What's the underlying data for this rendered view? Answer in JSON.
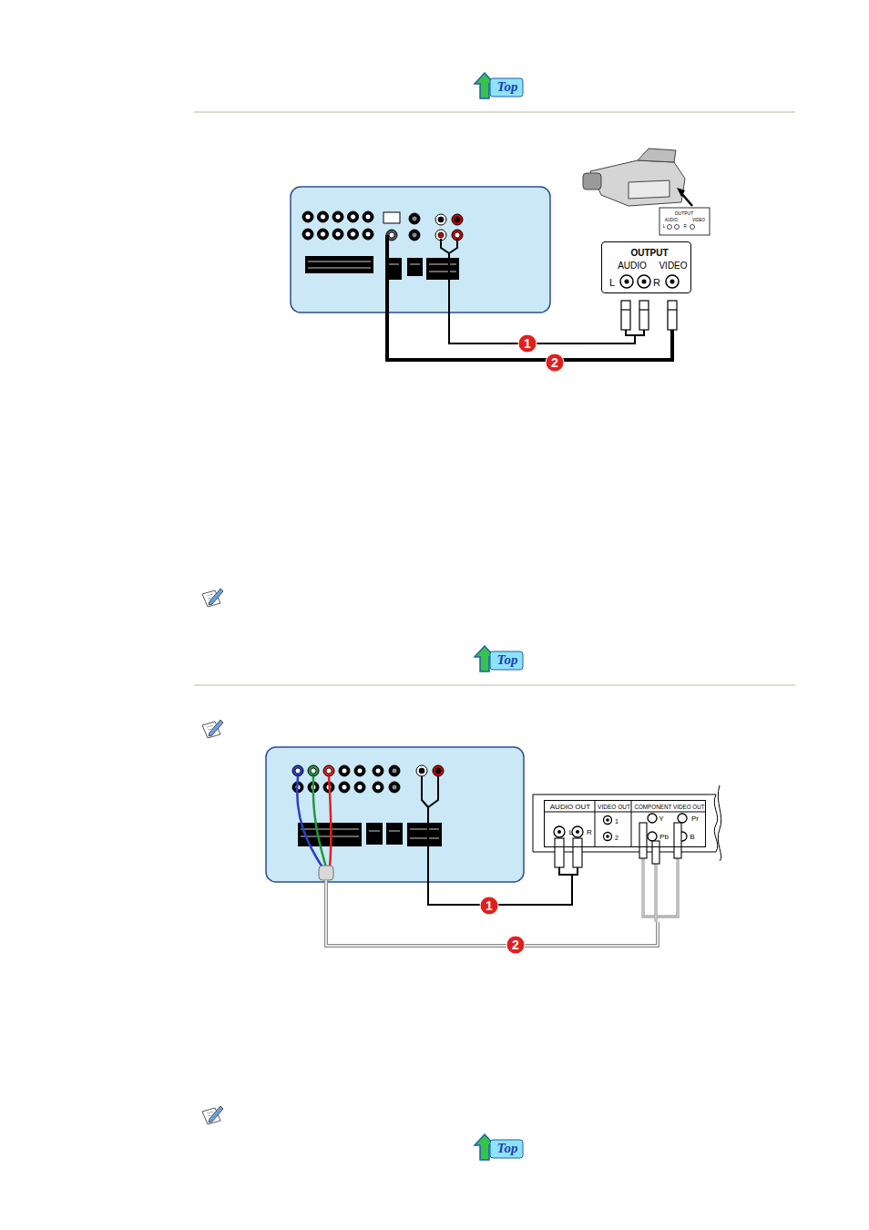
{
  "diagram": {
    "nodes": [
      {
        "text": [
          "OUTPUT",
          "AUDIO",
          "VIDEO",
          "L",
          "R"
        ]
      },
      {
        "text": [
          "OUTPUT",
          "AUDIO",
          "VIDEO",
          "L",
          "R"
        ]
      },
      {
        "text": [
          "AUDIO OUT",
          "VIDEO OUT",
          "COMPONENT VIDEO OUT",
          "L",
          "R",
          "1",
          "2",
          "Y",
          "Pr",
          "Pb",
          "B"
        ]
      }
    ],
    "labels": [
      "Top",
      "1",
      "2",
      "Top",
      "1",
      "2",
      "Top"
    ]
  }
}
